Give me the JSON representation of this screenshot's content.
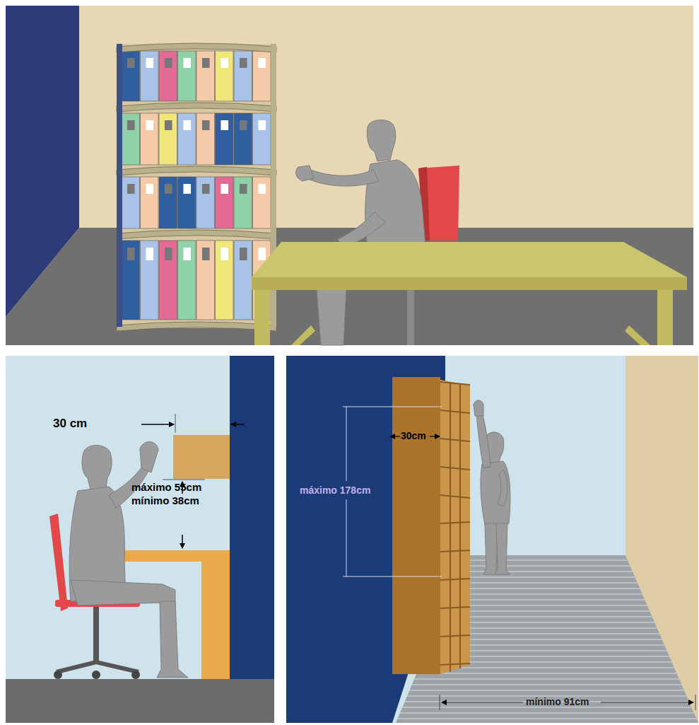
{
  "diagram": {
    "labels": [
      "30 cm",
      "máximo 55cm",
      "mínimo 38cm",
      "30cm",
      "máximo 178cm",
      "mínimo 91cm"
    ]
  }
}
